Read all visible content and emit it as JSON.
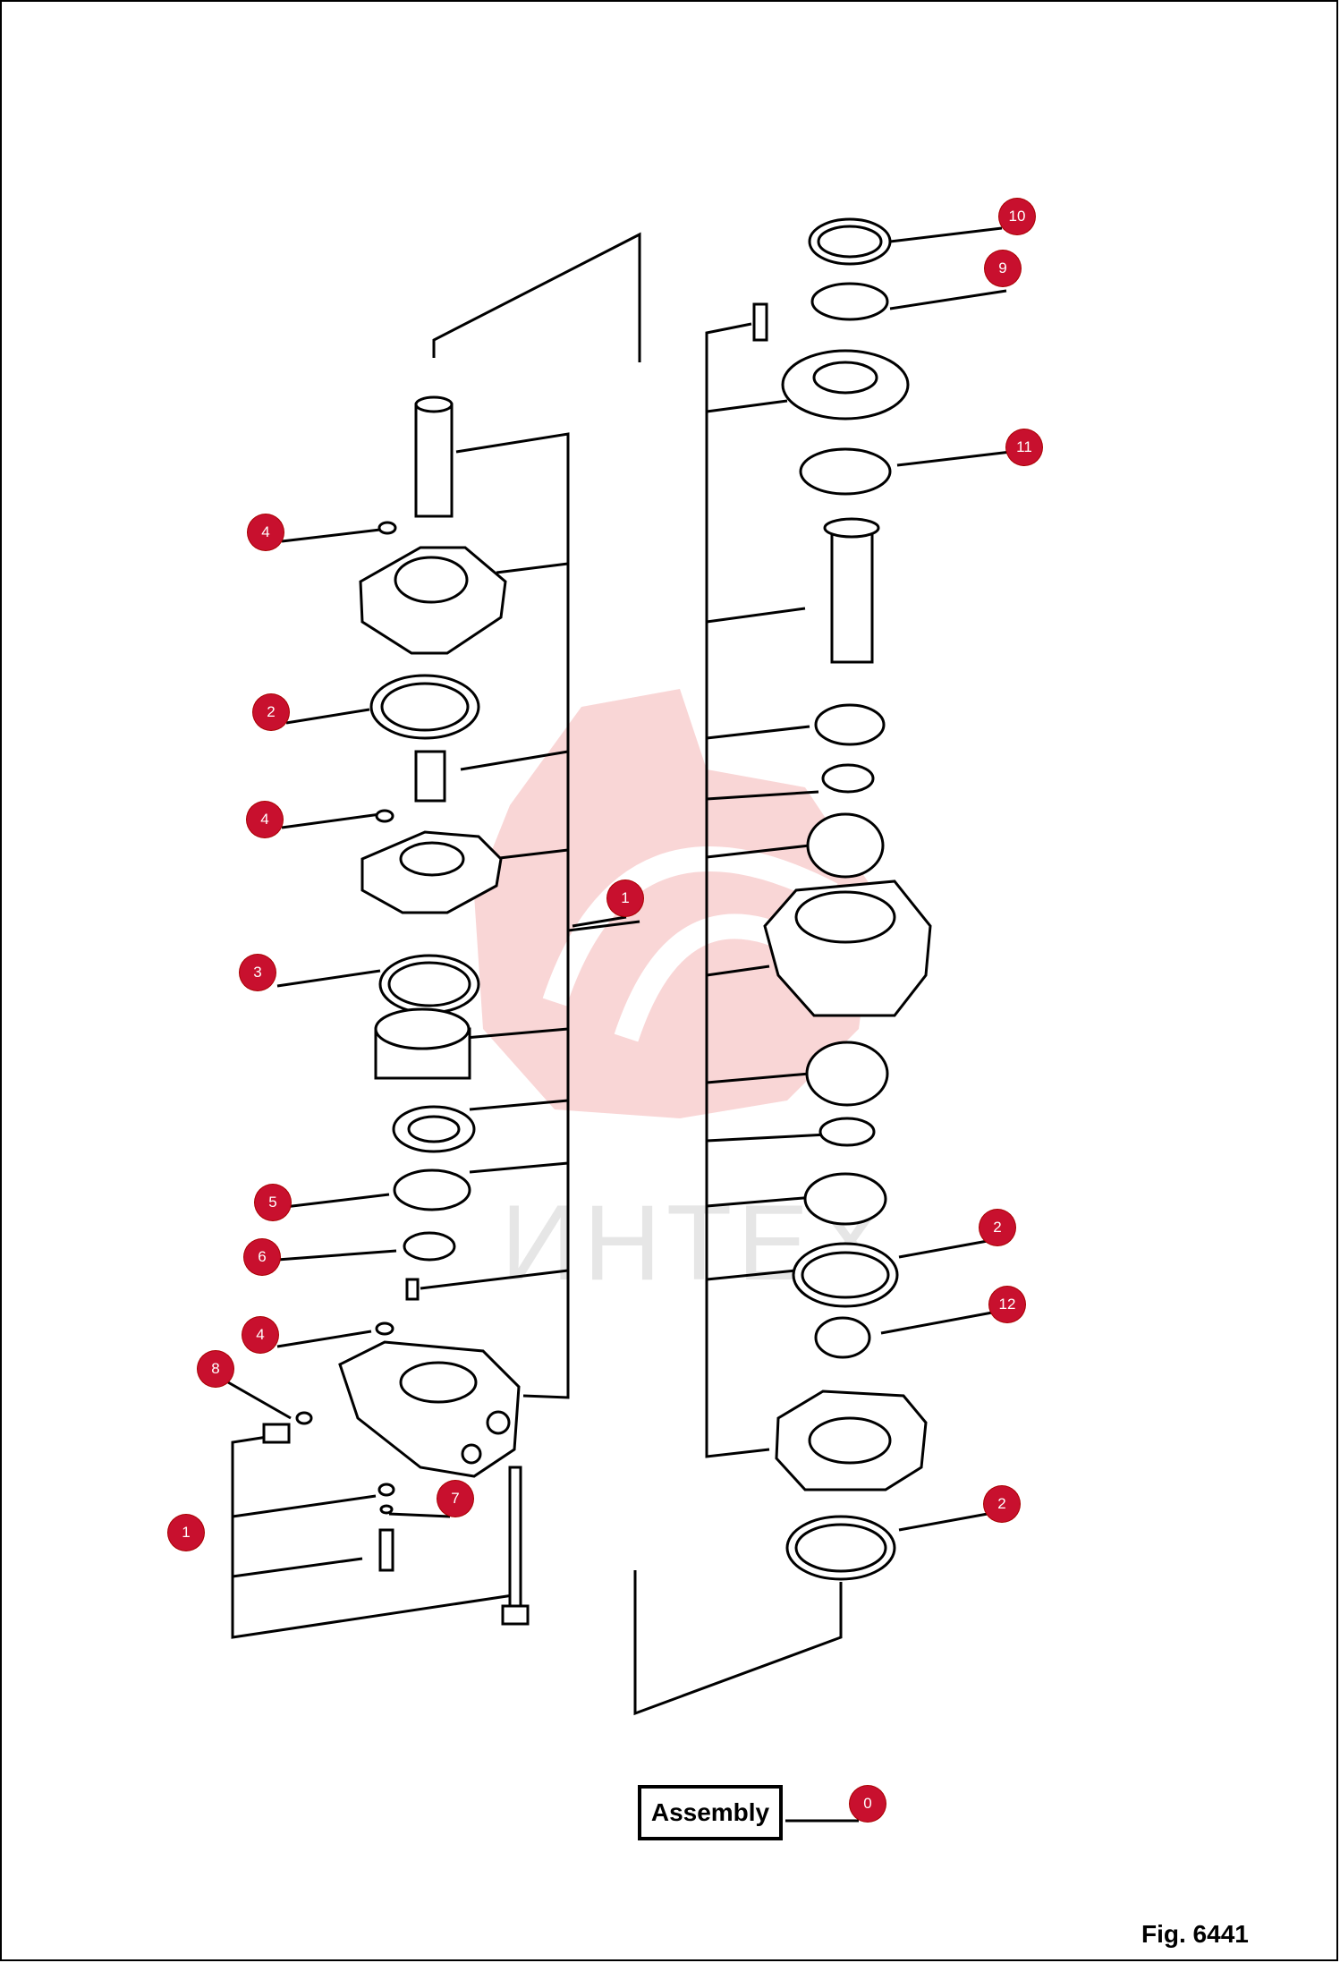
{
  "figure": {
    "label": "Fig. 6441",
    "assembly_label": "Assembly",
    "watermark": "ИНТЕХ"
  },
  "callouts": [
    {
      "id": "c-10",
      "number": "10"
    },
    {
      "id": "c-9",
      "number": "9"
    },
    {
      "id": "c-11",
      "number": "11"
    },
    {
      "id": "c-4a",
      "number": "4"
    },
    {
      "id": "c-2a",
      "number": "2"
    },
    {
      "id": "c-4b",
      "number": "4"
    },
    {
      "id": "c-1a",
      "number": "1"
    },
    {
      "id": "c-3",
      "number": "3"
    },
    {
      "id": "c-5",
      "number": "5"
    },
    {
      "id": "c-6",
      "number": "6"
    },
    {
      "id": "c-2b",
      "number": "2"
    },
    {
      "id": "c-12",
      "number": "12"
    },
    {
      "id": "c-4c",
      "number": "4"
    },
    {
      "id": "c-8",
      "number": "8"
    },
    {
      "id": "c-7",
      "number": "7"
    },
    {
      "id": "c-1b",
      "number": "1"
    },
    {
      "id": "c-2c",
      "number": "2"
    },
    {
      "id": "c-0",
      "number": "0"
    }
  ],
  "colors": {
    "marker": "#c8102e",
    "watermark": "#f6c6c6",
    "line": "#000000"
  }
}
